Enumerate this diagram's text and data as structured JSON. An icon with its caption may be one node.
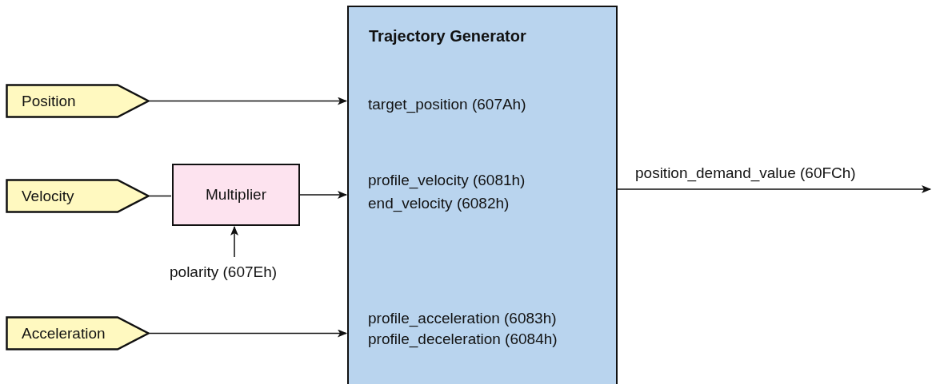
{
  "diagram": {
    "nodes": [
      {
        "text": [
          "Position"
        ]
      },
      {
        "text": [
          "Velocity"
        ]
      },
      {
        "text": [
          "Acceleration"
        ]
      },
      {
        "text": [
          "Multiplier"
        ]
      },
      {
        "text": [
          "polarity (607Eh)"
        ]
      },
      {
        "text": [
          "Trajectory Generator",
          "target_position (607Ah)",
          "profile_velocity (6081h)",
          "end_velocity (6082h)",
          "profile_acceleration (6083h)",
          "profile_deceleration (6084h)"
        ]
      }
    ],
    "edges": [
      {
        "from": 0,
        "to": 5,
        "arrow": "to"
      },
      {
        "from": 1,
        "to": 3,
        "arrow": "none"
      },
      {
        "from": 3,
        "to": 5,
        "arrow": "to"
      },
      {
        "from": 4,
        "to": 3,
        "arrow": "to"
      },
      {
        "from": 2,
        "to": 5,
        "arrow": "to"
      },
      {
        "from": 5,
        "to": null,
        "arrow": "to",
        "label": "position_demand_value (60FCh)"
      }
    ]
  }
}
